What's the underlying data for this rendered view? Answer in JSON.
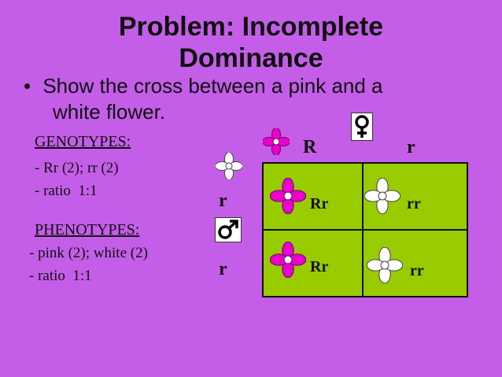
{
  "title": {
    "line1": "Problem: Incomplete",
    "line2": "Dominance"
  },
  "bullet": {
    "marker": "•",
    "line1": "Show the cross between a pink and a",
    "line2": "white flower."
  },
  "genotypes": {
    "heading": "GENOTYPES:",
    "line1": "- Rr (2); rr (2)",
    "line2": "- ratio  1:1"
  },
  "phenotypes": {
    "heading": "PHENOTYPES:",
    "line1": "- pink (2); white (2)",
    "line2": "- ratio  1:1"
  },
  "punnett": {
    "female_alleles": [
      "R",
      "r"
    ],
    "male_alleles": [
      "r",
      "r"
    ],
    "cells": [
      "Rr",
      "rr",
      "Rr",
      "rr"
    ],
    "cell_color": "#99cc00"
  },
  "icons": {
    "female": "female-symbol-icon",
    "male": "male-symbol-icon",
    "pink": "pink-flower-icon",
    "white": "white-flower-icon"
  },
  "colors": {
    "background": "#c45ee8",
    "pink_petal": "#ee00cc",
    "white_petal": "#ffffff"
  }
}
